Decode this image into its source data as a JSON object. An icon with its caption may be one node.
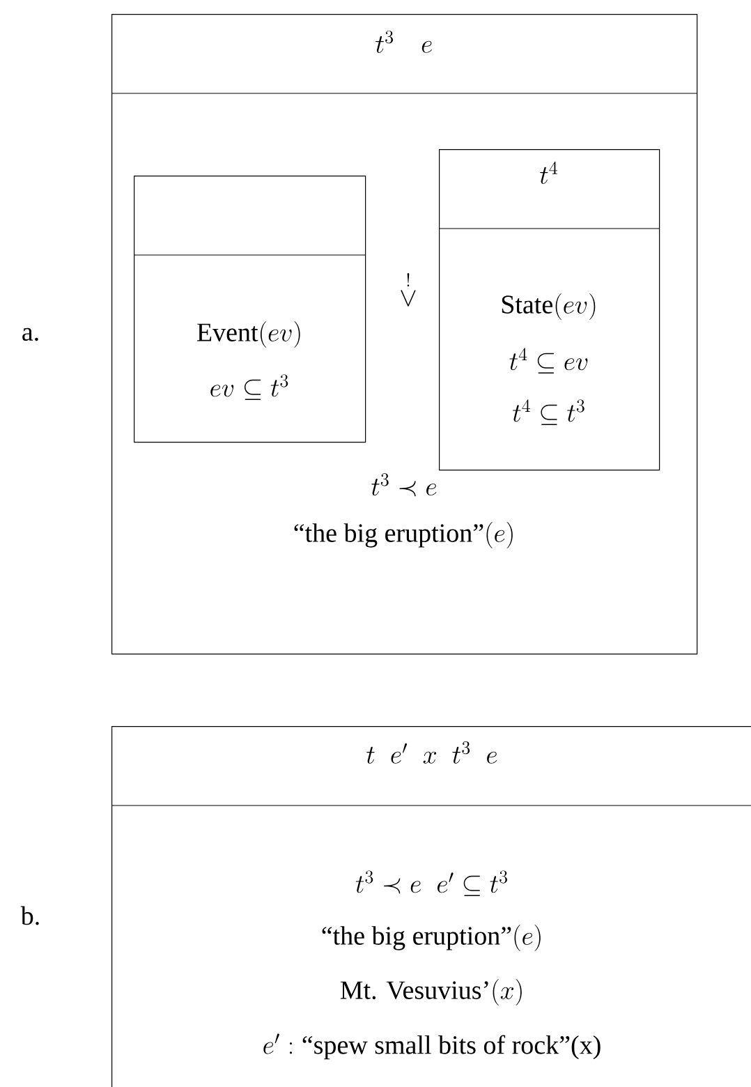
{
  "diagram": {
    "nodes": [
      {
        "text": [
          "t^3\\quad e",
          "t^3 \\prec e",
          "\\text{``the big eruption''}(e)"
        ]
      },
      {
        "text": [
          "\\text{Event}(ev)",
          "ev \\subseteq t^3"
        ],
        "in": 0
      },
      {
        "text": [
          "t^4",
          "\\text{State}(ev)",
          "t^4 \\subseteq ev",
          "t^4 \\subseteq t^3"
        ],
        "in": 0
      },
      {
        "text": [
          "t\\;\\; e'\\;\\; x\\;\\; t^3\\;\\; e",
          "t^3 \\prec e\\;\\; e' \\subseteq t^3",
          "\\text{``the big eruption''}(e)",
          "\\text{Mt. Vesuvius'}(x)",
          "e' : \\text{``spew small bits of rock''(x)}"
        ]
      }
    ],
    "labels": [
      "a.",
      "\\stackrel{!}{\\vee}",
      "b."
    ]
  }
}
